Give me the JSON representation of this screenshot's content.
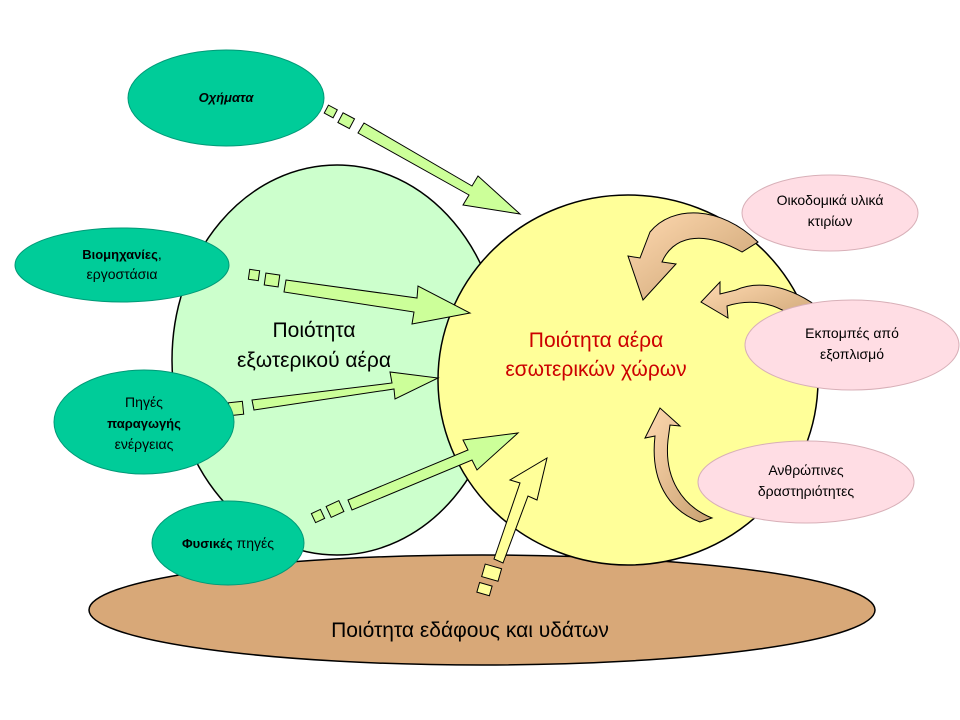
{
  "diagram": {
    "soil_label": "Ποιότητα εδάφους και υδάτων",
    "outdoor": {
      "line1": "Ποιότητα",
      "line2": "εξωτερικού αέρα"
    },
    "indoor": {
      "line1": "Ποιότητα αέρα",
      "line2": "εσωτερικών χώρων"
    },
    "sources_outdoor": {
      "vehicles": "Οχήματα",
      "industry_bold": "Βιομηχανίες",
      "industry_rest": ",",
      "industry_line2": "εργοστάσια",
      "energy_line1": "Πηγές",
      "energy_line2": "παραγωγής",
      "energy_line3": "ενέργειας",
      "natural_bold": "Φυσικές",
      "natural_rest": " πηγές"
    },
    "sources_indoor": {
      "materials_line1": "Οικοδομικά υλικά",
      "materials_line2": "κτιρίων",
      "equipment_line1": "Εκπομπές από",
      "equipment_line2": "εξοπλισμό",
      "human_line1": "Ανθρώπινες",
      "human_line2": "δραστηριότητες"
    },
    "colors": {
      "soil": "#d8a878",
      "outdoor_circle": "#ccffcc",
      "indoor_circle": "#ffff99",
      "source_outdoor": "#00cc99",
      "source_indoor": "#ffdde4",
      "arrow_green": "#ccff99",
      "arrow_indoor": "#ffcc99",
      "indoor_title": "#cc0000"
    }
  }
}
